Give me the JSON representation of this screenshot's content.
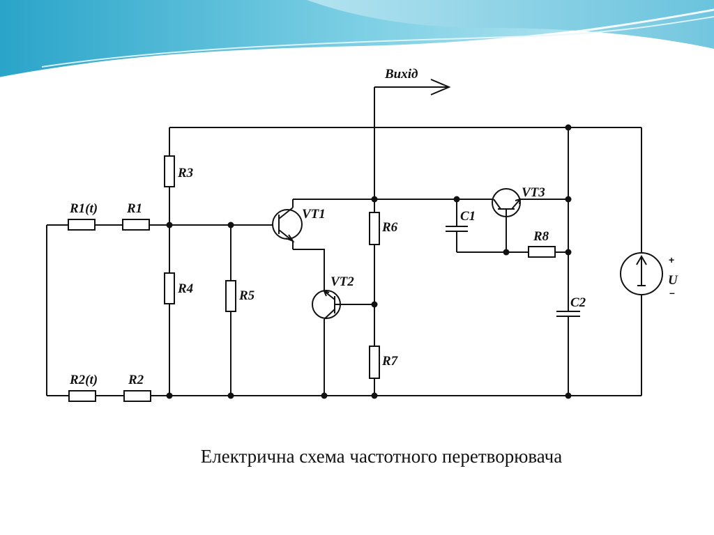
{
  "diagram": {
    "labels": {
      "output": "Вихід",
      "r1t": "R1(t)",
      "r1": "R1",
      "r2t": "R2(t)",
      "r2": "R2",
      "r3": "R3",
      "r4": "R4",
      "r5": "R5",
      "r6": "R6",
      "r7": "R7",
      "r8": "R8",
      "vt1": "VT1",
      "vt2": "VT2",
      "vt3": "VT3",
      "c1": "C1",
      "c2": "C2",
      "u": "U",
      "plus": "+",
      "minus": "–"
    }
  },
  "caption": "Електрична схема частотного перетворювача",
  "colors": {
    "banner_light": "#cfeef7",
    "banner_mid": "#6cc6de",
    "banner_dark": "#1f9fc4"
  }
}
